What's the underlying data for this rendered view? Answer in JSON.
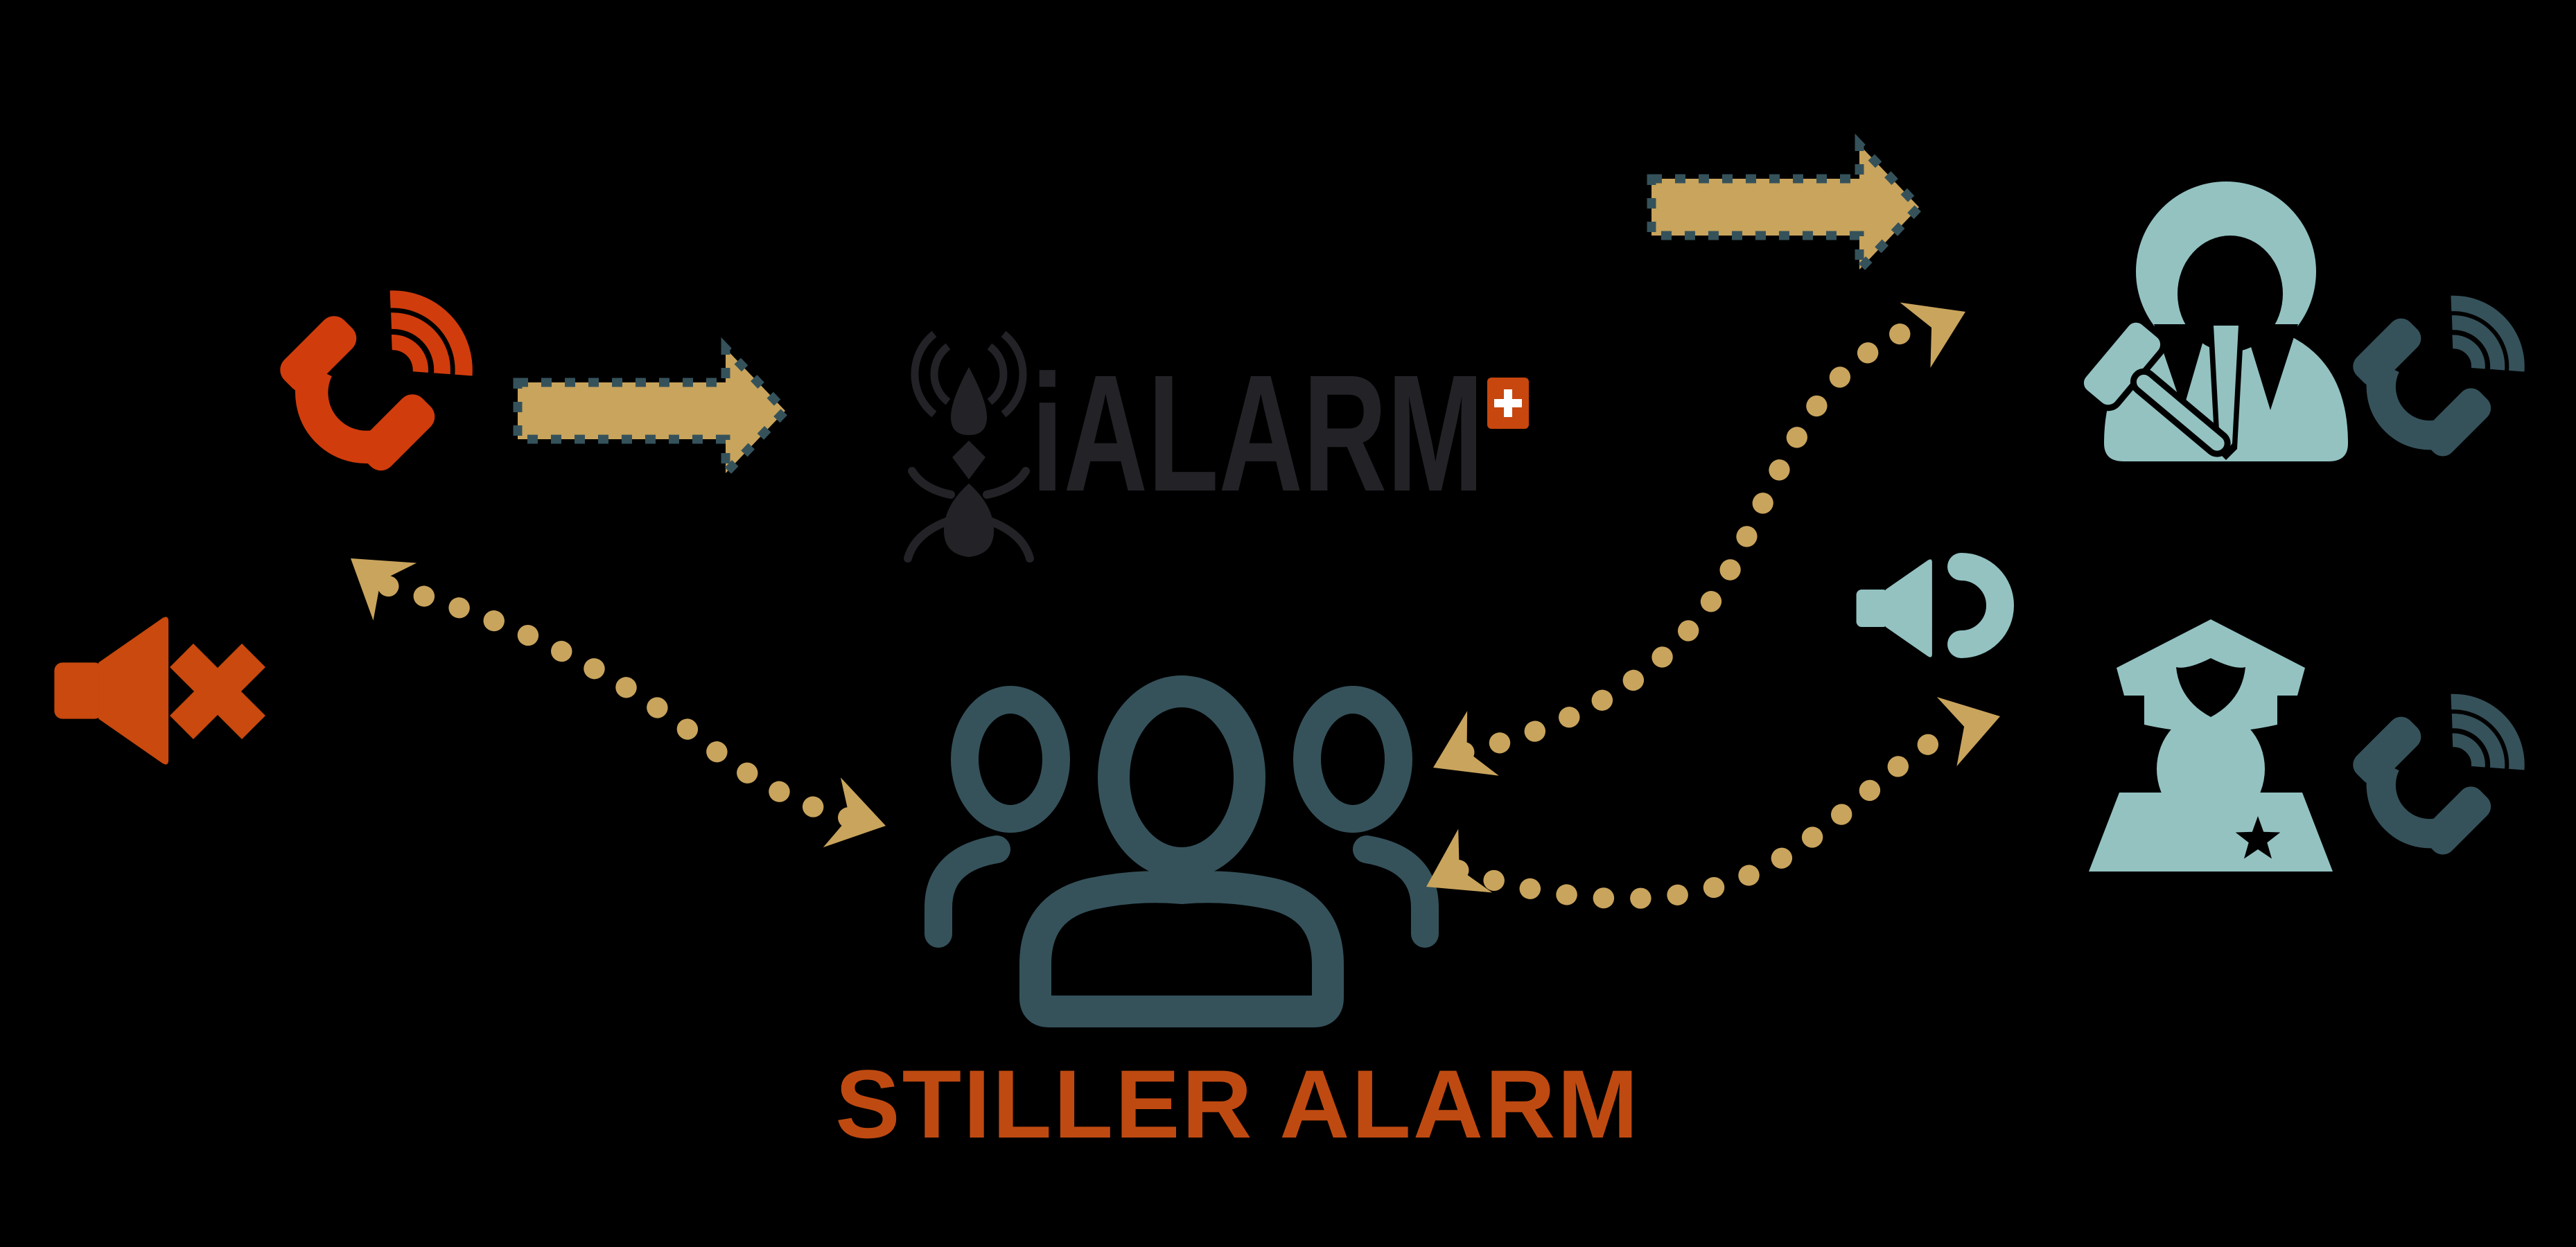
{
  "background_color": "#000000",
  "colors": {
    "accent_orange": "#C9490E",
    "phone_red": "#D13C0C",
    "arrow_gold": "#C9A45C",
    "dark_teal": "#35525B",
    "light_teal": "#93C2C1",
    "logo_dark": "#232227",
    "swiss_red": "#C7470E",
    "title_orange": "#BF4A11",
    "cross_white": "#FFFFFF"
  },
  "logo": {
    "text": "iALARM",
    "badge": "swiss-cross"
  },
  "title": {
    "text": "STILLER ALARM"
  },
  "icons": [
    {
      "name": "ringing-phone-icon",
      "color": "phone_red"
    },
    {
      "name": "muted-speaker-icon",
      "color": "accent_orange"
    },
    {
      "name": "ialarm-ant-logo-icon",
      "color": "logo_dark"
    },
    {
      "name": "swiss-cross-badge",
      "color": "swiss_red"
    },
    {
      "name": "block-arrow-phone-to-logo",
      "color": "arrow_gold"
    },
    {
      "name": "block-arrow-top-to-judge",
      "color": "arrow_gold"
    },
    {
      "name": "people-group-icon",
      "color": "dark_teal"
    },
    {
      "name": "speaker-icon",
      "color": "light_teal"
    },
    {
      "name": "judge-with-gavel-icon",
      "color": "light_teal"
    },
    {
      "name": "police-officer-icon",
      "color": "light_teal"
    },
    {
      "name": "ringing-phone-judge-icon",
      "color": "dark_teal"
    },
    {
      "name": "ringing-phone-police-icon",
      "color": "dark_teal"
    }
  ],
  "connections": [
    {
      "from": "ringing-phone",
      "to": "ialarm-logo",
      "style": "solid-block-arrow"
    },
    {
      "from": "ialarm-logo",
      "to": "judge-with-gavel",
      "style": "solid-block-arrow"
    },
    {
      "from": "silent-alarm-people-group",
      "to": "ringing-phone",
      "style": "dotted-double-arrow"
    },
    {
      "from": "silent-alarm-people-group",
      "to": "judge-with-gavel",
      "style": "dotted-double-arrow"
    },
    {
      "from": "silent-alarm-people-group",
      "to": "police-officer",
      "style": "dotted-double-arrow"
    }
  ]
}
